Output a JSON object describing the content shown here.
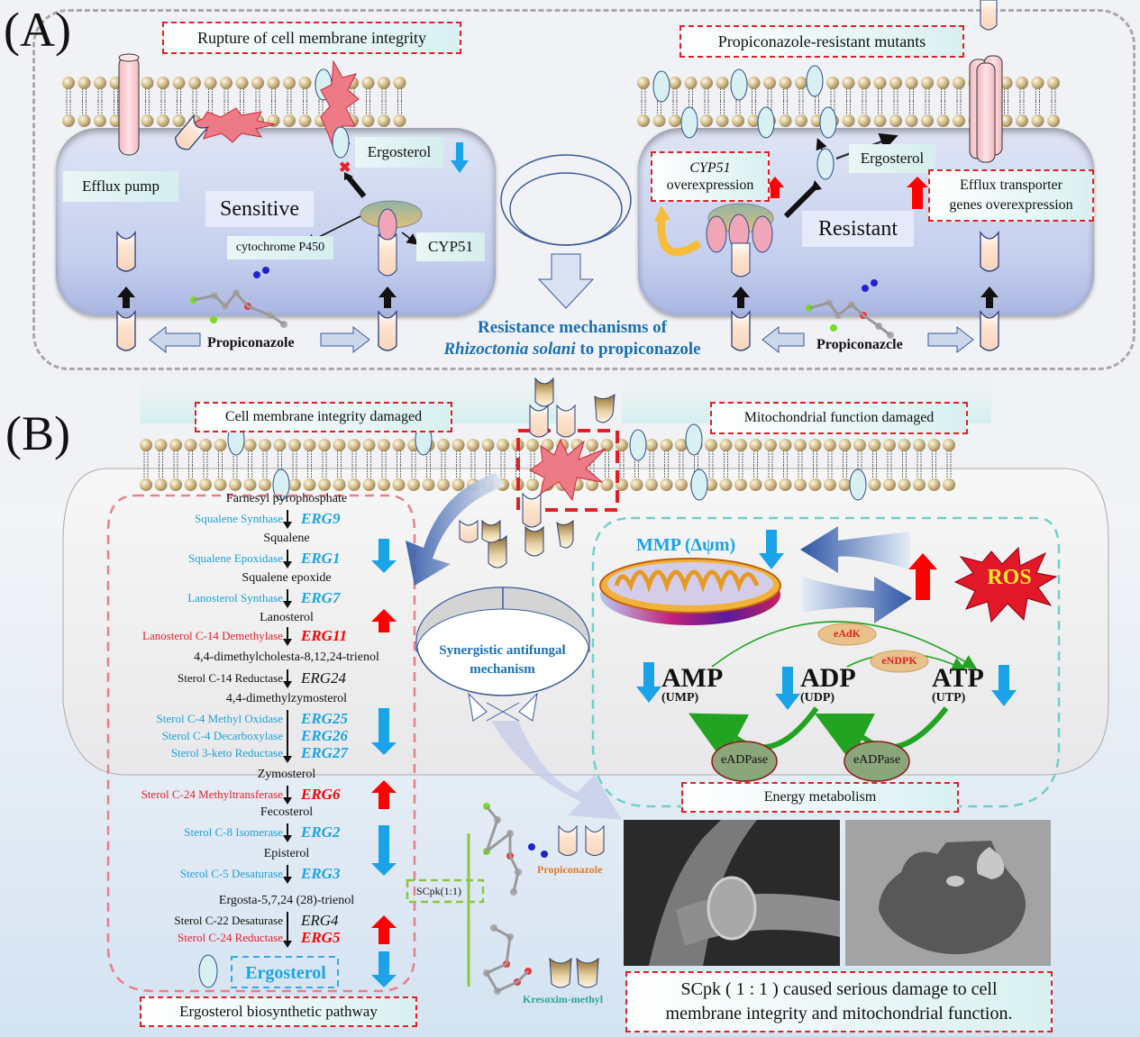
{
  "panel_a": {
    "label": "(A)",
    "top_label_left": "Rupture of cell membrane integrity",
    "top_label_right": "Propiconazole-resistant mutants",
    "sensitive": {
      "efflux_pump": "Efflux pump",
      "cell_type": "Sensitive",
      "ergosterol": "Ergosterol",
      "cytochrome": "cytochrome P450",
      "cyp51": "CYP51",
      "compound": "Propiconazole"
    },
    "resistant": {
      "cyp51_gene": "CYP51",
      "cyp51_over": "overexpression",
      "ergosterol": "Ergosterol",
      "efflux_line1": "Efflux transporter",
      "efflux_line2": "genes overexpression",
      "cell_type": "Resistant",
      "compound": "Propiconazcle"
    },
    "center_title_line1": "Resistance mechanisms of",
    "center_title_species": "Rhizoctonia solani",
    "center_title_rest": "to propiconazole"
  },
  "panel_b": {
    "label": "(B)",
    "membrane_label": "Cell membrane integrity damaged",
    "mito_label": "Mitochondrial function damaged",
    "pathway": {
      "title": "Ergosterol biosynthetic pathway",
      "product": "Ergosterol",
      "intermediates": [
        "Farnesyl pyrophosphate",
        "Squalene",
        "Squalene epoxide",
        "Lanosterol",
        "4,4-dimethylcholesta-8,12,24-trienol",
        "4,4-dimethylzymosterol",
        "Zymosterol",
        "Fecosterol",
        "Episterol",
        "Ergosta-5,7,24  (28)-trienol"
      ],
      "enzymes": [
        {
          "name": "Squalene Synthase",
          "gene": "ERG9",
          "status": "down"
        },
        {
          "name": "Squalene Epoxidase",
          "gene": "ERG1",
          "status": "down"
        },
        {
          "name": "Lanosterol Synthase",
          "gene": "ERG7",
          "status": "down"
        },
        {
          "name": "Lanosterol C-14 Demethylase",
          "gene": "ERG11",
          "status": "up"
        },
        {
          "name": "Sterol C-14 Reductase",
          "gene": "ERG24",
          "status": "neutral"
        },
        {
          "name": "Sterol C-4 Methyl  Oxidase",
          "gene": "ERG25",
          "status": "down"
        },
        {
          "name": "Sterol C-4 Decarboxylase",
          "gene": "ERG26",
          "status": "down"
        },
        {
          "name": "Sterol 3-keto Reductase",
          "gene": "ERG27",
          "status": "down"
        },
        {
          "name": "Sterol C-24 Methyltransferase",
          "gene": "ERG6",
          "status": "up"
        },
        {
          "name": "Sterol C-8 Isomerase",
          "gene": "ERG2",
          "status": "down"
        },
        {
          "name": "Sterol C-5 Desaturase",
          "gene": "ERG3",
          "status": "down"
        },
        {
          "name": "Sterol C-22 Desaturase",
          "gene": "ERG4",
          "status": "neutral"
        },
        {
          "name": "Sterol C-24 Reductase",
          "gene": "ERG5",
          "status": "up"
        }
      ]
    },
    "synergy_title_line1": "Synergistic antifungal",
    "synergy_title_line2": "mechanism",
    "mixture_label": "SCpk(1:1)",
    "compound_1": "Propiconazole",
    "compound_2": "Kresoxim-methyl",
    "energy": {
      "title": "Energy metabolism",
      "mmp": "MMP (Δψm)",
      "ros": "ROS",
      "amp": "AMP",
      "amp_sub": "(UMP)",
      "adp": "ADP",
      "adp_sub": "(UDP)",
      "atp": "ATP",
      "atp_sub": "(UTP)",
      "eadk": "eAdK",
      "endpk": "eNDPK",
      "eadpase_1": "eADPase",
      "eadpase_2": "eADPase"
    },
    "conclusion_line1": "SCpk ( 1 : 1 ) caused serious damage to cell",
    "conclusion_line2": "membrane integrity and mitochondrial function."
  },
  "colors": {
    "up": "#ff0000",
    "down": "#1aa3e8",
    "neutral": "#111111",
    "enzyme_down": "#1ea0d8",
    "enzyme_up": "#e8202a",
    "title_blue": "#1a6fb4",
    "dash_red": "#e21f26",
    "dash_pink": "#e8808a",
    "dash_teal": "#6fd0c8",
    "dash_green": "#8cc63f"
  }
}
